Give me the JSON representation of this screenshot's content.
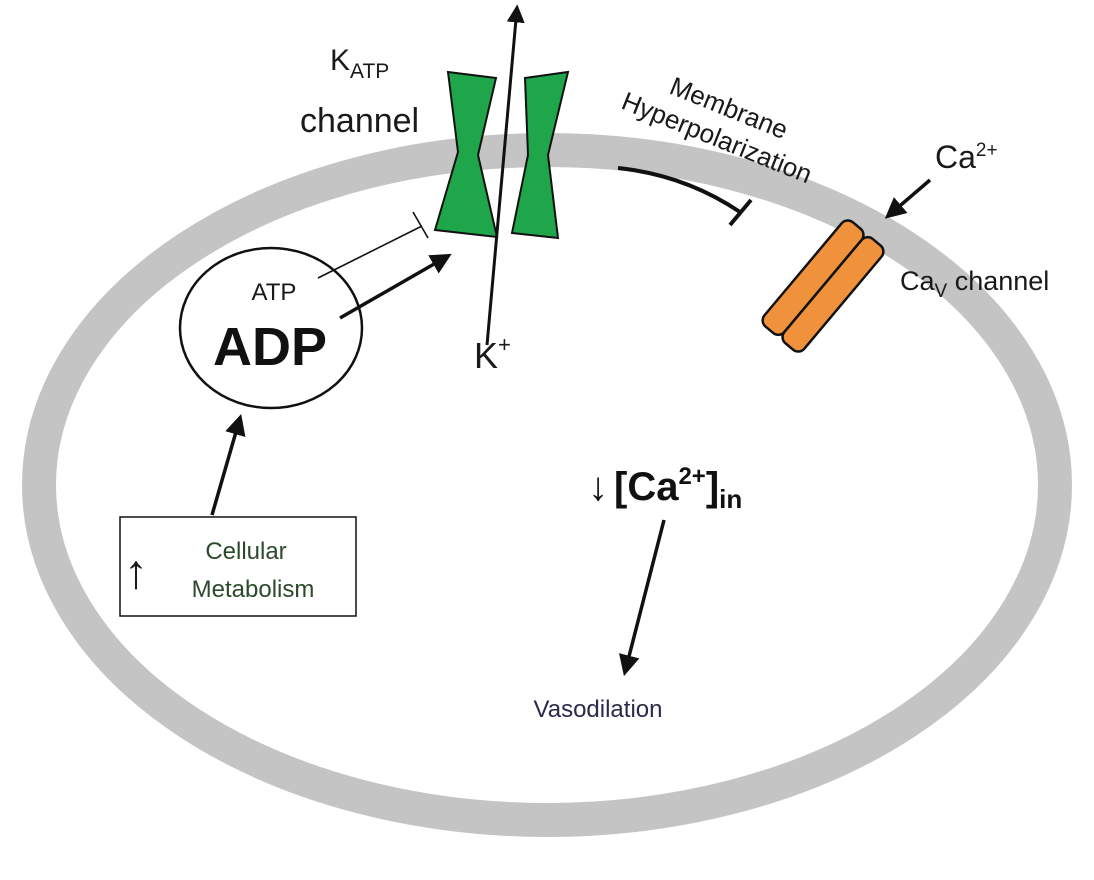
{
  "labels": {
    "katp_main": "K",
    "katp_sub": "ATP",
    "katp_channel_word": "channel",
    "membrane_line1": "Membrane",
    "membrane_line2": "Hyperpolarization",
    "ca_out_main": "Ca",
    "ca_out_sup": "2+",
    "cav_main": "Ca",
    "cav_sub": "V",
    "cav_channel_word": " channel",
    "atp": "ATP",
    "adp": "ADP",
    "k_main": "K",
    "k_sup": "+",
    "ca_in_arrow": "↓",
    "ca_in_open": "[Ca",
    "ca_in_sup": "2+",
    "ca_in_close": "]",
    "ca_in_sub": "in",
    "metab_arrow": "↑",
    "metab_line1": "Cellular",
    "metab_line2": "Metabolism",
    "vasodilation": "Vasodilation"
  },
  "colors": {
    "membrane": "#c4c4c4",
    "katp_channel": "#1fa54a",
    "cav_channel": "#f0913c",
    "stroke": "#111111"
  }
}
